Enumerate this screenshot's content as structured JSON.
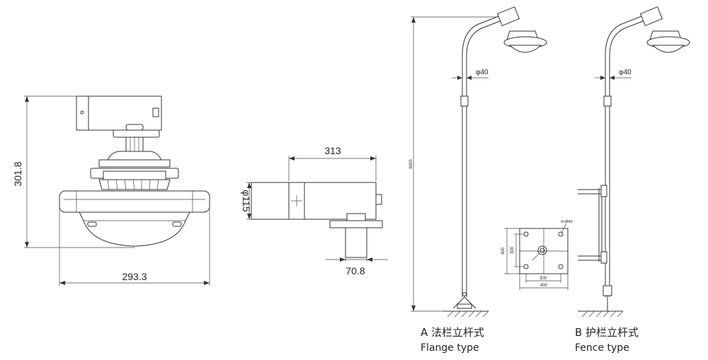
{
  "front_view": {
    "width_dim": "293.3",
    "height_dim": "301.8"
  },
  "side_view": {
    "length_dim": "313",
    "diameter_dim": "φ115",
    "bottom_dim": "70.8"
  },
  "pole_a": {
    "pole_dia": "φ40",
    "pole_height": "6000",
    "caption_cn": "A 法栏立杆式",
    "caption_en": "Flange type"
  },
  "pole_b": {
    "pole_dia": "φ40",
    "caption_cn": "B 护栏立杆式",
    "caption_en": "Fence type"
  },
  "flange_plate": {
    "outer_dim": "400",
    "hole_spacing": "300",
    "hole_note": "4×Ø40"
  },
  "colors": {
    "line": "#333333",
    "text": "#222222"
  }
}
